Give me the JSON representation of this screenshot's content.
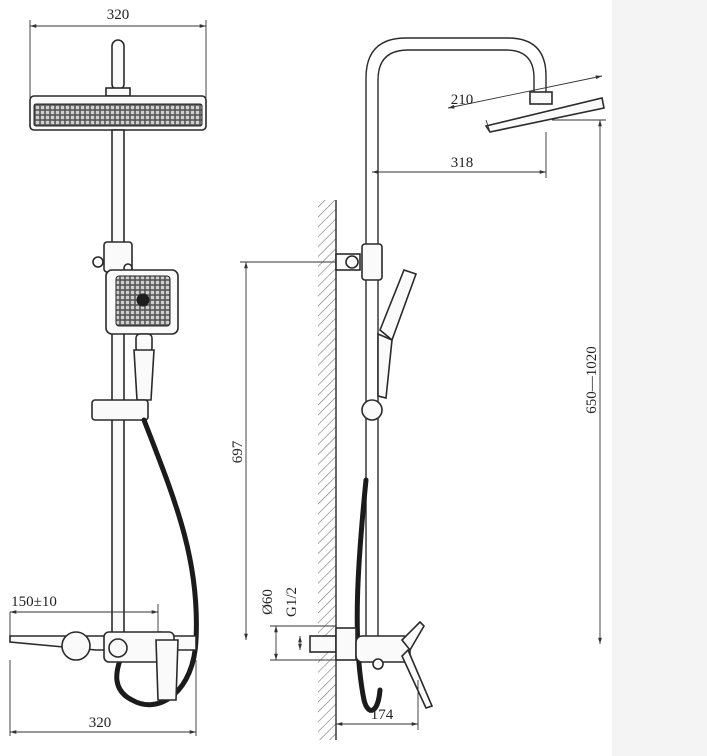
{
  "dimensions": {
    "front_top_width": "320",
    "front_bottom_width": "320",
    "spout_reach": "150±10",
    "head_size": "210",
    "arm_reach": "318",
    "total_height_range": "650—1020",
    "bracket_height": "697",
    "cover_diameter": "Ø60",
    "thread": "G1/2",
    "wall_depth": "174"
  },
  "colors": {
    "line": "#2a2a2a",
    "hose": "#1b1b1b",
    "background": "#ffffff",
    "margin": "#f4f4f4"
  }
}
